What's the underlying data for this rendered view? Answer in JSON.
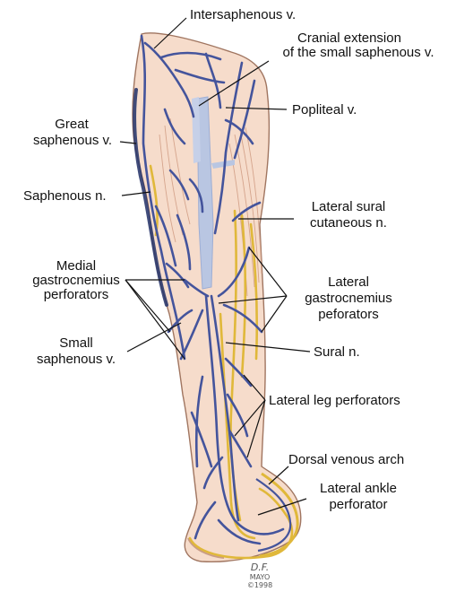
{
  "labels": {
    "intersaphenous": "Intersaphenous v.",
    "cranial_1": "Cranial extension",
    "cranial_2": "of the small saphenous v.",
    "popliteal": "Popliteal v.",
    "great_1": "Great",
    "great_2": "saphenous v.",
    "saph_n": "Saphenous n.",
    "lat_sural_1": "Lateral sural",
    "lat_sural_2": "cutaneous n.",
    "med_gastro_1": "Medial",
    "med_gastro_2": "gastrocnemius",
    "med_gastro_3": "perforators",
    "lat_gastro_1": "Lateral",
    "lat_gastro_2": "gastrocnemius",
    "lat_gastro_3": "peforators",
    "small_1": "Small",
    "small_2": "saphenous v.",
    "sural_n": "Sural n.",
    "lat_leg": "Lateral leg perforators",
    "dorsal": "Dorsal venous arch",
    "lat_ankle_1": "Lateral ankle",
    "lat_ankle_2": "perforator"
  },
  "signature": {
    "initials": "D.F.",
    "org": "MAYO",
    "year": "©1998"
  },
  "colors": {
    "skin": "#f6dccb",
    "vein": "#44549c",
    "deep_vein": "#b9c6e2",
    "nerve": "#e0b83a"
  }
}
